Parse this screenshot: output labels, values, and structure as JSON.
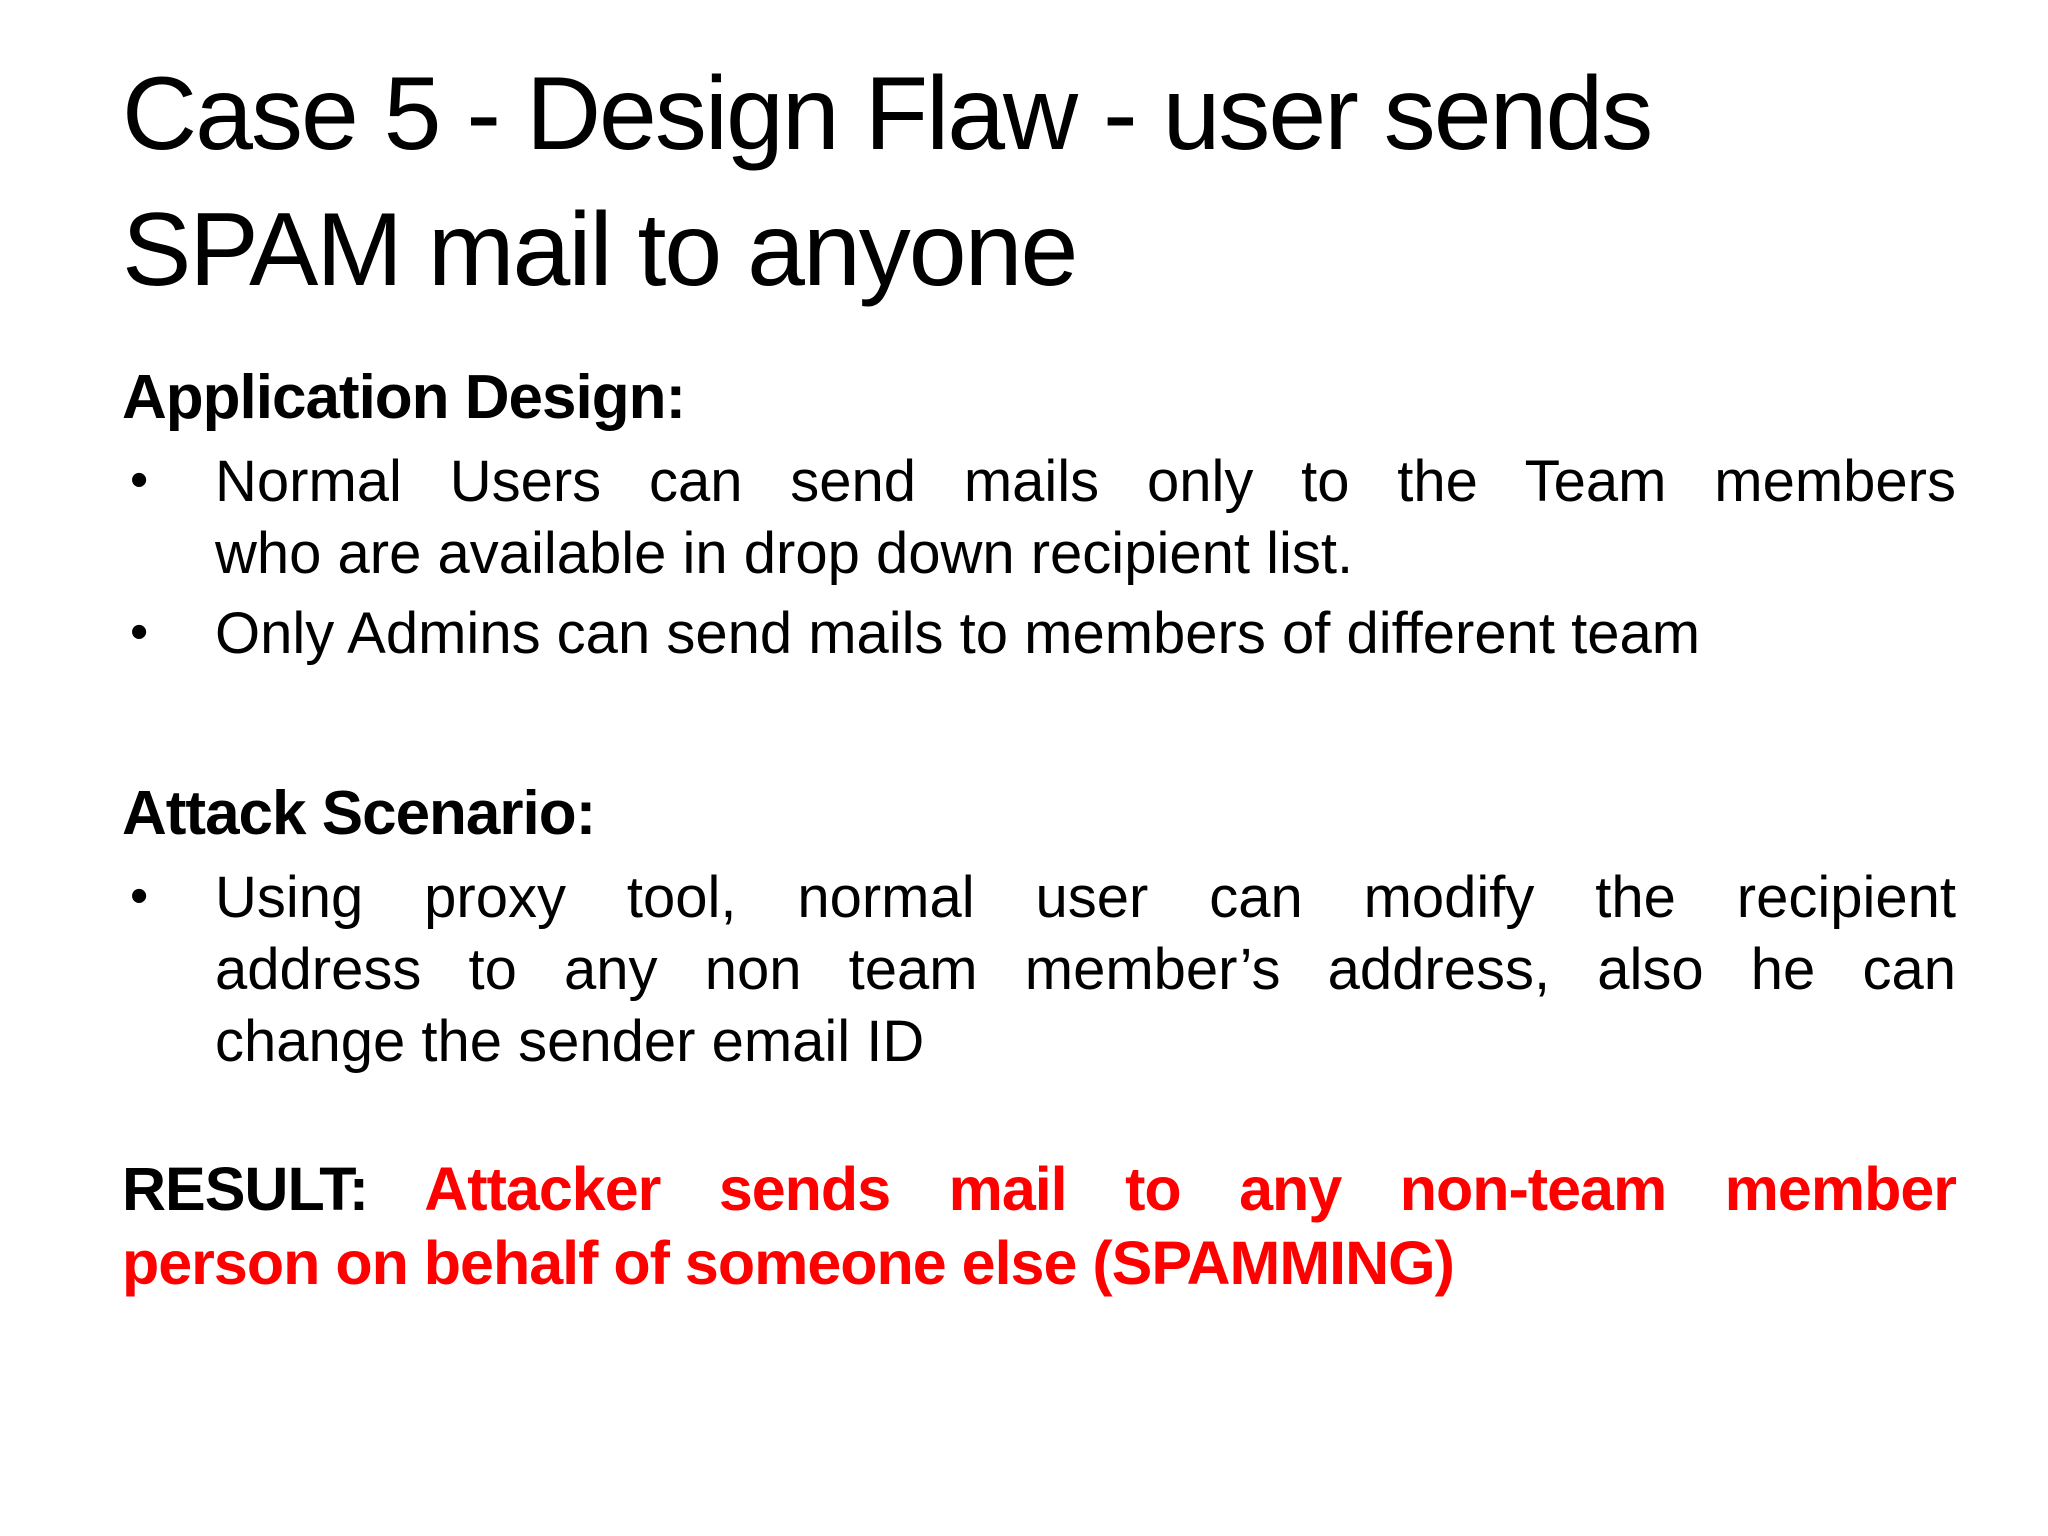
{
  "slide": {
    "title": {
      "lines": [
        "Case 5 - Design Flaw - user sends",
        "SPAM mail to anyone"
      ]
    },
    "bullet_icon": "•",
    "sections": [
      {
        "heading": "Application Design:",
        "bullets": [
          {
            "lines": [
              "Normal Users can send mails only to the Team members",
              "who are available in drop down recipient list."
            ]
          },
          {
            "lines": [
              "Only Admins can send mails to members of different team"
            ]
          }
        ]
      },
      {
        "heading": "Attack Scenario:",
        "bullets": [
          {
            "lines": [
              "Using proxy tool, normal user can modify the recipient",
              "address to any non team member’s address, also he can",
              "change the sender email ID"
            ]
          }
        ]
      }
    ],
    "result": {
      "label": "RESULT:",
      "lines": [
        "Attacker sends mail to any non-team member",
        "person on behalf of someone else (SPAMMING)"
      ]
    },
    "colors": {
      "text": "#000000",
      "result_highlight": "#ff0000",
      "background": "#ffffff"
    }
  }
}
